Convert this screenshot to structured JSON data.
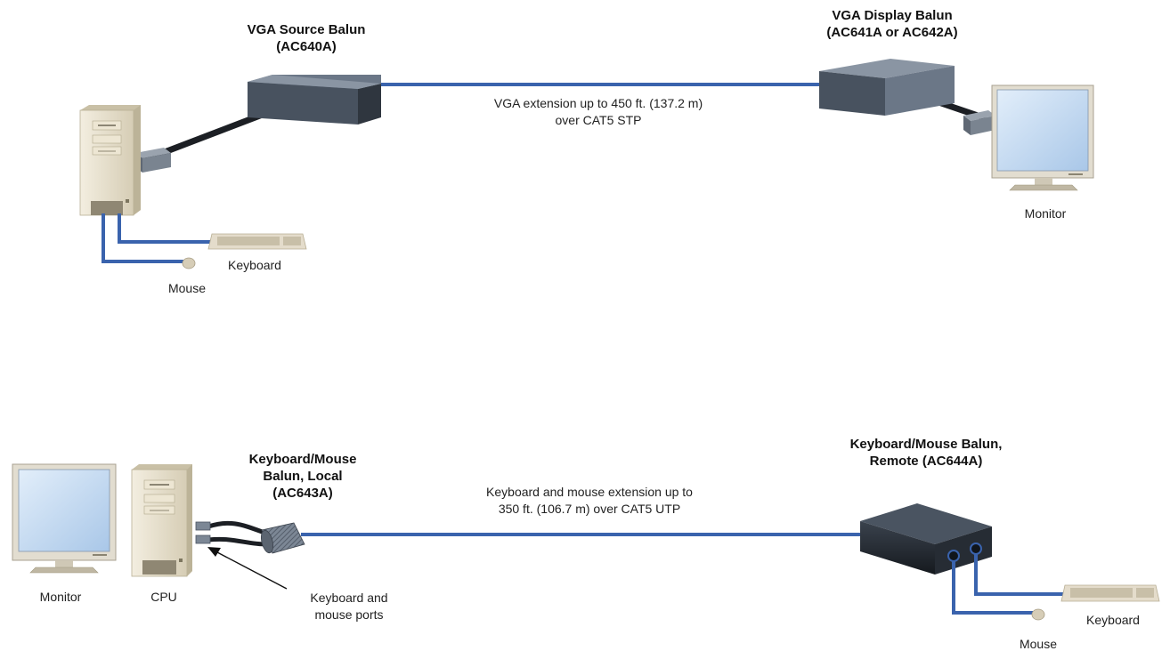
{
  "top": {
    "source_balun": {
      "line1": "VGA Source Balun",
      "line2": "(AC640A)"
    },
    "display_balun": {
      "line1": "VGA Display Balun",
      "line2": "(AC641A or AC642A)"
    },
    "link_label": {
      "line1": "VGA extension up to 450 ft. (137.2 m)",
      "line2": "over CAT5 STP"
    },
    "monitor_label": "Monitor",
    "keyboard_label": "Keyboard",
    "mouse_label": "Mouse"
  },
  "bottom": {
    "local_balun": {
      "line1": "Keyboard/Mouse",
      "line2": "Balun, Local",
      "line3": "(AC643A)"
    },
    "remote_balun": {
      "line1": "Keyboard/Mouse Balun,",
      "line2": "Remote (AC644A)"
    },
    "link_label": {
      "line1": "Keyboard and mouse extension up to",
      "line2": "350 ft. (106.7 m) over CAT5 UTP"
    },
    "monitor_label": "Monitor",
    "cpu_label": "CPU",
    "ports_label": {
      "line1": "Keyboard and",
      "line2": "mouse ports"
    },
    "keyboard_label": "Keyboard",
    "mouse_label": "Mouse"
  },
  "colors": {
    "cable_blue": "#3a63ad",
    "cable_black": "#1c1f24",
    "balun_top": "#6b7787",
    "balun_front": "#48525f",
    "balun_side": "#2f363f",
    "pc_beige": "#e6dfcc",
    "screen_blue": "#c6dcf2"
  }
}
